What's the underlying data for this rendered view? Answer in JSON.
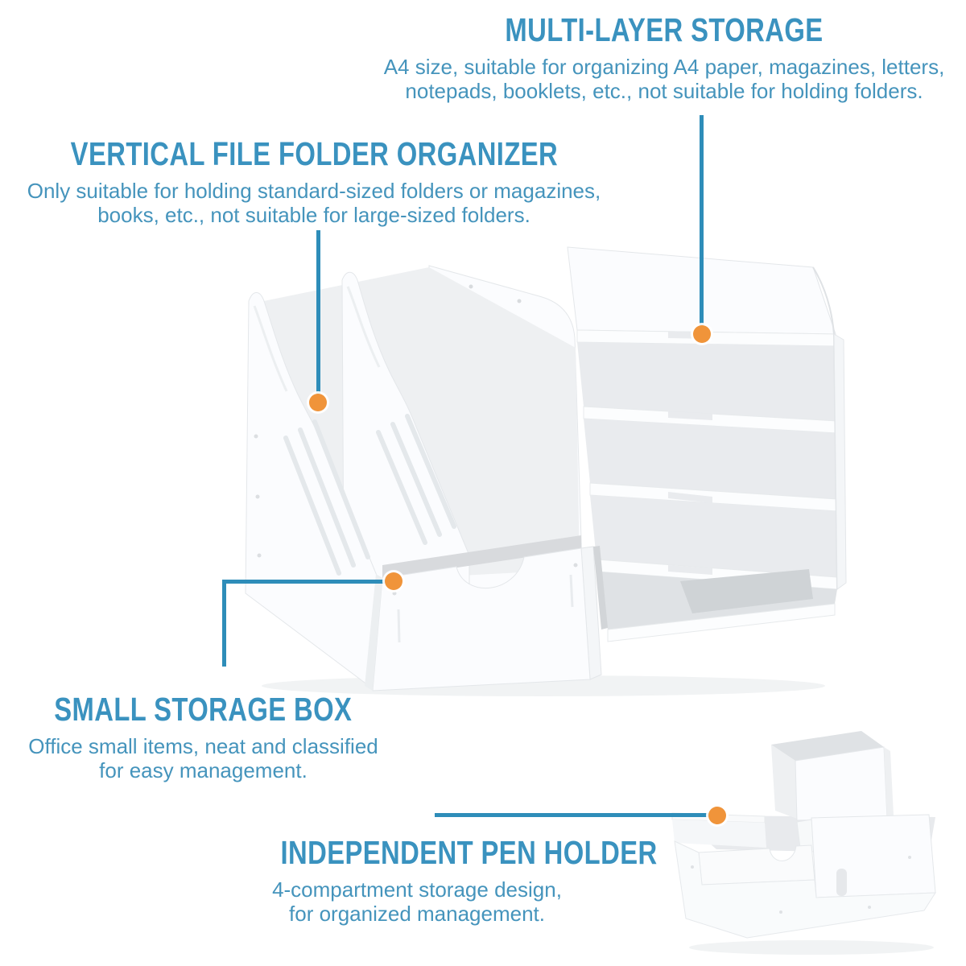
{
  "page": {
    "background": "#ffffff"
  },
  "style": {
    "heading_color": "#3a92bf",
    "body_color": "#4594bc",
    "leader_line_color": "#2e8db9",
    "marker_color": "#f0943a",
    "product_white": "#fbfcfe",
    "product_shade": "#e9ebee"
  },
  "callouts": [
    {
      "key": "multi-layer-storage",
      "title": "MULTI-LAYER STORAGE",
      "desc_line1": "A4 size, suitable for organizing A4 paper, magazines, letters,",
      "desc_line2": "notepads, booklets, etc., not suitable for holding folders."
    },
    {
      "key": "vertical-file-folder-organizer",
      "title": "VERTICAL FILE FOLDER ORGANIZER",
      "desc_line1": "Only suitable for holding standard-sized folders or magazines,",
      "desc_line2": "books, etc., not suitable for large-sized folders."
    },
    {
      "key": "small-storage-box",
      "title": "SMALL STORAGE BOX",
      "desc_line1": "Office small items, neat and classified",
      "desc_line2": "for easy management."
    },
    {
      "key": "independent-pen-holder",
      "title": "INDEPENDENT PEN HOLDER",
      "desc_line1": "4-compartment storage design,",
      "desc_line2": "for organized management."
    }
  ],
  "illustrations": {
    "main": "white-desk-organizer",
    "secondary": "pen-holder-box"
  }
}
